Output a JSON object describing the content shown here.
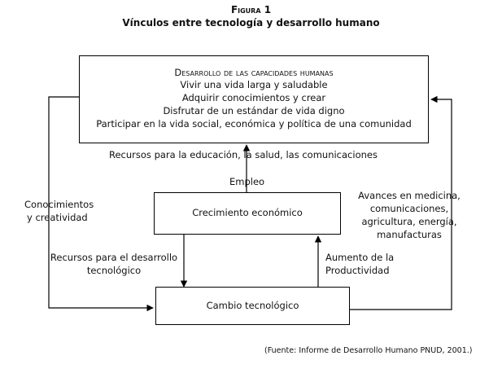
{
  "figure": {
    "label": "Figura 1",
    "title": "Vínculos entre tecnología y desarrollo humano"
  },
  "top_box": {
    "heading": "Desarrollo de las capacidades humanas",
    "lines": [
      "Vivir una vida larga y saludable",
      "Adquirir conocimientos y crear",
      "Disfrutar de un estándar de vida digno",
      "Participar en la vida social, económica y política de una comunidad"
    ]
  },
  "middle_box": {
    "label": "Crecimiento económico"
  },
  "bottom_box": {
    "label": "Cambio tecnológico"
  },
  "labels": {
    "resources_top": "Recursos para la educación, la salud, las comunicaciones",
    "employment": "Empleo",
    "knowledge_line1": "Conocimientos",
    "knowledge_line2": "y creatividad",
    "advances_line1": "Avances en medicina,",
    "advances_line2": "comunicaciones,",
    "advances_line3": "agricultura, energía,",
    "advances_line4": "manufacturas",
    "tech_resources_line1": "Recursos para el desarrollo",
    "tech_resources_line2": "tecnológico",
    "productivity_line1": "Aumento de la",
    "productivity_line2": "Productividad"
  },
  "source": "(Fuente: Informe de Desarrollo Humano PNUD, 2001.)"
}
